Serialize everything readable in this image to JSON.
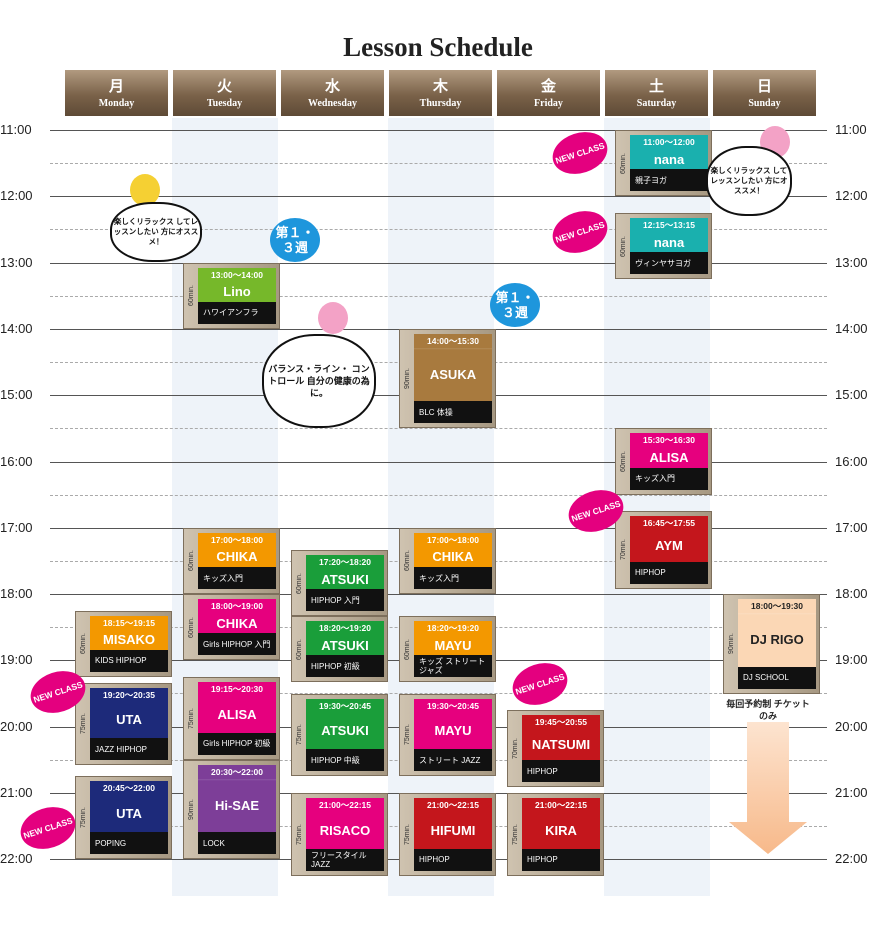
{
  "title": "Lesson Schedule",
  "days": [
    {
      "jp": "月",
      "en": "Monday"
    },
    {
      "jp": "火",
      "en": "Tuesday"
    },
    {
      "jp": "水",
      "en": "Wednesday"
    },
    {
      "jp": "木",
      "en": "Thursday"
    },
    {
      "jp": "金",
      "en": "Friday"
    },
    {
      "jp": "土",
      "en": "Saturday"
    },
    {
      "jp": "日",
      "en": "Sunday"
    }
  ],
  "hours": [
    "11:00",
    "12:00",
    "13:00",
    "14:00",
    "15:00",
    "16:00",
    "17:00",
    "18:00",
    "19:00",
    "20:00",
    "21:00",
    "22:00"
  ],
  "lessons": [
    {
      "day": 5,
      "start": "11:00",
      "end": "12:00",
      "time": "11:00〜12:00",
      "duration": "60min.",
      "name": "nana",
      "desc": "親子ヨガ",
      "color": "#1ab0ae"
    },
    {
      "day": 5,
      "start": "12:15",
      "end": "13:15",
      "time": "12:15〜13:15",
      "duration": "60min.",
      "name": "nana",
      "desc": "ヴィンヤサヨガ",
      "color": "#1ab0ae"
    },
    {
      "day": 1,
      "start": "13:00",
      "end": "14:00",
      "time": "13:00〜14:00",
      "duration": "60min.",
      "name": "Lino",
      "desc": "ハワイアンフラ",
      "color": "#76b82a"
    },
    {
      "day": 3,
      "start": "14:00",
      "end": "15:30",
      "time": "14:00〜15:30",
      "duration": "90min.",
      "name": "ASUKA",
      "desc": "BLC 体操",
      "color": "#a87a3e"
    },
    {
      "day": 5,
      "start": "15:30",
      "end": "16:30",
      "time": "15:30〜16:30",
      "duration": "60min.",
      "name": "ALISA",
      "desc": "キッズ入門",
      "color": "#e6007e"
    },
    {
      "day": 5,
      "start": "16:45",
      "end": "17:55",
      "time": "16:45〜17:55",
      "duration": "70min.",
      "name": "AYM",
      "desc": "HIPHOP",
      "color": "#c4161c"
    },
    {
      "day": 1,
      "start": "17:00",
      "end": "18:00",
      "time": "17:00〜18:00",
      "duration": "60min.",
      "name": "CHIKA",
      "desc": "キッズ入門",
      "color": "#f39800"
    },
    {
      "day": 3,
      "start": "17:00",
      "end": "18:00",
      "time": "17:00〜18:00",
      "duration": "60min.",
      "name": "CHIKA",
      "desc": "キッズ入門",
      "color": "#f39800"
    },
    {
      "day": 2,
      "start": "17:20",
      "end": "18:20",
      "time": "17:20〜18:20",
      "duration": "60min.",
      "name": "ATSUKI",
      "desc": "HIPHOP 入門",
      "color": "#1a9e3a"
    },
    {
      "day": 0,
      "start": "18:15",
      "end": "19:15",
      "time": "18:15〜19:15",
      "duration": "60min.",
      "name": "MISAKO",
      "desc": "KIDS HIPHOP",
      "color": "#f39800"
    },
    {
      "day": 1,
      "start": "18:00",
      "end": "19:00",
      "time": "18:00〜19:00",
      "duration": "60min.",
      "name": "CHIKA",
      "desc": "Girls HIPHOP 入門",
      "color": "#e6007e"
    },
    {
      "day": 2,
      "start": "18:20",
      "end": "19:20",
      "time": "18:20〜19:20",
      "duration": "60min.",
      "name": "ATSUKI",
      "desc": "HIPHOP 初級",
      "color": "#1a9e3a"
    },
    {
      "day": 3,
      "start": "18:20",
      "end": "19:20",
      "time": "18:20〜19:20",
      "duration": "60min.",
      "name": "MAYU",
      "desc": "キッズ ストリートジャズ",
      "color": "#f39800"
    },
    {
      "day": 6,
      "start": "18:00",
      "end": "19:30",
      "time": "18:00〜19:30",
      "duration": "90min.",
      "name": "DJ RIGO",
      "desc": "DJ SCHOOL",
      "color": "#fbd7b5"
    },
    {
      "day": 0,
      "start": "19:20",
      "end": "20:35",
      "time": "19:20〜20:35",
      "duration": "75min.",
      "name": "UTA",
      "desc": "JAZZ HIPHOP",
      "color": "#1d2a7a"
    },
    {
      "day": 1,
      "start": "19:15",
      "end": "20:30",
      "time": "19:15〜20:30",
      "duration": "75min.",
      "name": "ALISA",
      "desc": "Girls HIPHOP 初級",
      "color": "#e6007e"
    },
    {
      "day": 2,
      "start": "19:30",
      "end": "20:45",
      "time": "19:30〜20:45",
      "duration": "75min.",
      "name": "ATSUKI",
      "desc": "HIPHOP 中級",
      "color": "#1a9e3a"
    },
    {
      "day": 3,
      "start": "19:30",
      "end": "20:45",
      "time": "19:30〜20:45",
      "duration": "75min.",
      "name": "MAYU",
      "desc": "ストリート JAZZ",
      "color": "#e6007e"
    },
    {
      "day": 4,
      "start": "19:45",
      "end": "20:55",
      "time": "19:45〜20:55",
      "duration": "70min.",
      "name": "NATSUMI",
      "desc": "HIPHOP",
      "color": "#c4161c"
    },
    {
      "day": 0,
      "start": "20:45",
      "end": "22:00",
      "time": "20:45〜22:00",
      "duration": "75min.",
      "name": "UTA",
      "desc": "POPING",
      "color": "#1d2a7a"
    },
    {
      "day": 1,
      "start": "20:30",
      "end": "22:00",
      "time": "20:30〜22:00",
      "duration": "90min.",
      "name": "Hi-SAE",
      "desc": "LOCK",
      "color": "#7d3e98"
    },
    {
      "day": 2,
      "start": "21:00",
      "end": "22:15",
      "time": "21:00〜22:15",
      "duration": "75min.",
      "name": "RISACO",
      "desc": "フリースタイル JAZZ",
      "color": "#e6007e"
    },
    {
      "day": 3,
      "start": "21:00",
      "end": "22:15",
      "time": "21:00〜22:15",
      "duration": "75min.",
      "name": "HIFUMI",
      "desc": "HIPHOP",
      "color": "#c4161c"
    },
    {
      "day": 4,
      "start": "21:00",
      "end": "22:15",
      "time": "21:00〜22:15",
      "duration": "75min.",
      "name": "KIRA",
      "desc": "HIPHOP",
      "color": "#c4161c"
    }
  ],
  "new_class_label": "NEW CLASS",
  "week_note": "第１・３週",
  "clouds": {
    "relax": "楽しくリラックス してレッスンしたい 方にオススメ！",
    "balance": "バランス・ライン・ コントロール 自分の健康の為に。"
  },
  "sunday_note": "毎回予約制 チケットのみ",
  "colors": {
    "header": "#7a6249",
    "new_badge": "#e4007f",
    "week_badge": "#1e96dc",
    "arrow": "#f7b98a"
  }
}
